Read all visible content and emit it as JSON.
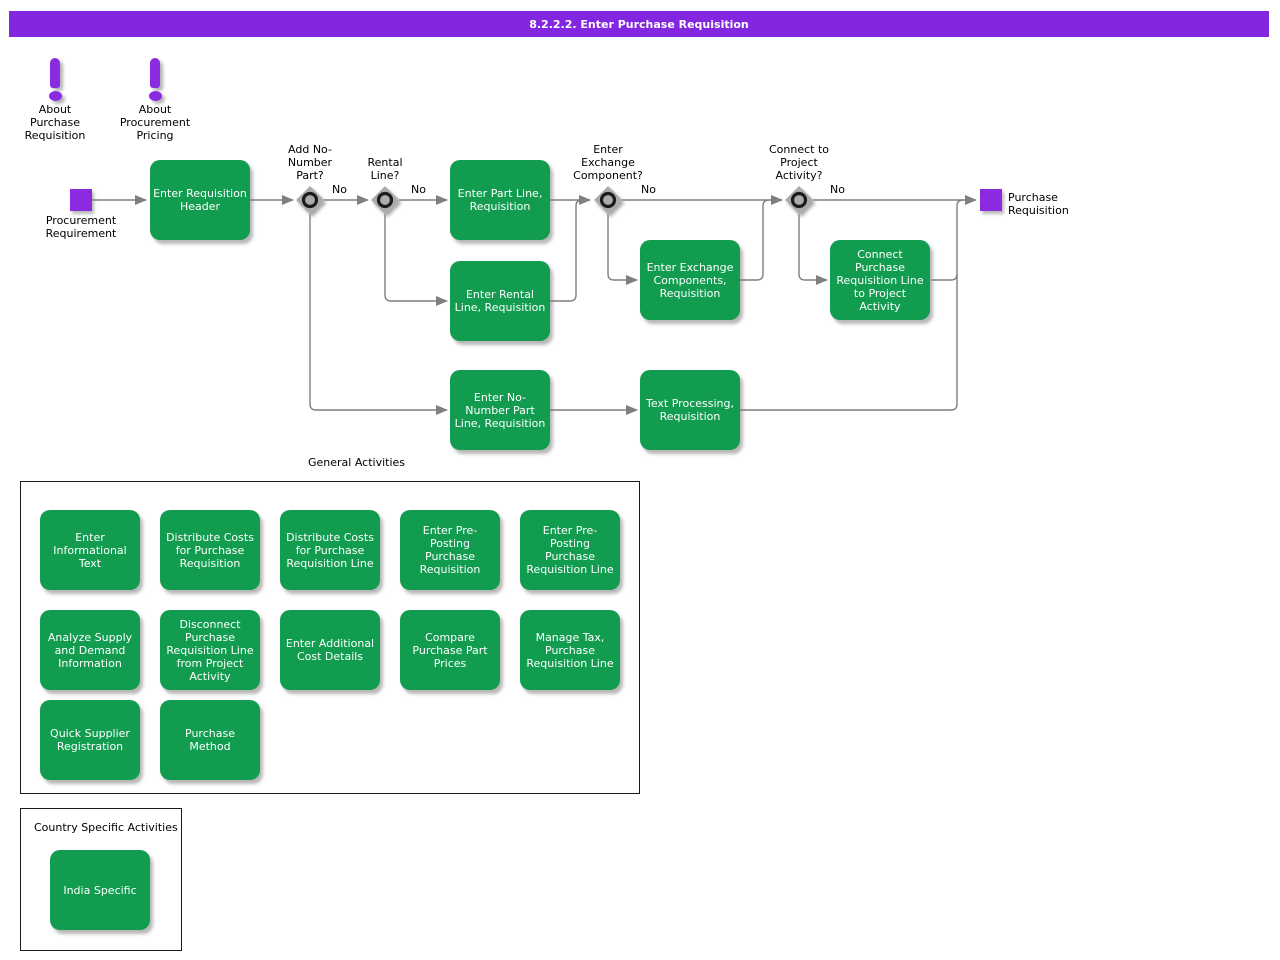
{
  "title_bar": {
    "title": "8.2.2.2. Enter Purchase Requisition"
  },
  "notes": [
    {
      "label": "About\nPurchase\nRequisition"
    },
    {
      "label": "About\nProcurement\nPricing"
    }
  ],
  "flow": {
    "start": {
      "label": "Procurement\nRequirement"
    },
    "end": {
      "label": "Purchase\nRequisition"
    },
    "decisions": [
      {
        "label": "Add No-\nNumber\nPart?",
        "branch_label": "No"
      },
      {
        "label": "Rental\nLine?",
        "branch_label": "No"
      },
      {
        "label": "Enter\nExchange\nComponent?",
        "branch_label": "No"
      },
      {
        "label": "Connect to\nProject\nActivity?",
        "branch_label": "No"
      }
    ],
    "tasks": [
      {
        "label": "Enter Requisition\nHeader"
      },
      {
        "label": "Enter Part Line,\nRequisition"
      },
      {
        "label": "Enter Rental\nLine, Requisition"
      },
      {
        "label": "Enter Exchange\nComponents,\nRequisition"
      },
      {
        "label": "Connect\nPurchase\nRequisition Line\nto Project\nActivity"
      },
      {
        "label": "Enter No-\nNumber Part\nLine, Requisition"
      },
      {
        "label": "Text Processing,\nRequisition"
      }
    ]
  },
  "general_activities": {
    "title": "General Activities",
    "tasks": [
      {
        "label": "Enter\nInformational\nText"
      },
      {
        "label": "Distribute Costs\nfor Purchase\nRequisition"
      },
      {
        "label": "Distribute Costs\nfor Purchase\nRequisition Line"
      },
      {
        "label": "Enter Pre-\nPosting\nPurchase\nRequisition"
      },
      {
        "label": "Enter Pre-\nPosting\nPurchase\nRequisition Line"
      },
      {
        "label": "Analyze Supply\nand Demand\nInformation"
      },
      {
        "label": "Disconnect\nPurchase\nRequisition Line\nfrom Project\nActivity"
      },
      {
        "label": "Enter Additional\nCost Details"
      },
      {
        "label": "Compare\nPurchase Part\nPrices"
      },
      {
        "label": "Manage Tax,\nPurchase\nRequisition Line"
      },
      {
        "label": "Quick Supplier\nRegistration"
      },
      {
        "label": "Purchase\nMethod"
      }
    ]
  },
  "country_specific": {
    "title": "Country Specific Activities",
    "tasks": [
      {
        "label": "India Specific"
      }
    ]
  },
  "colors": {
    "title_bar_purple": "#8226E0",
    "event_purple": "#8A2BE2",
    "task_green": "#119C4F",
    "connector_gray": "#7F7F7F"
  }
}
